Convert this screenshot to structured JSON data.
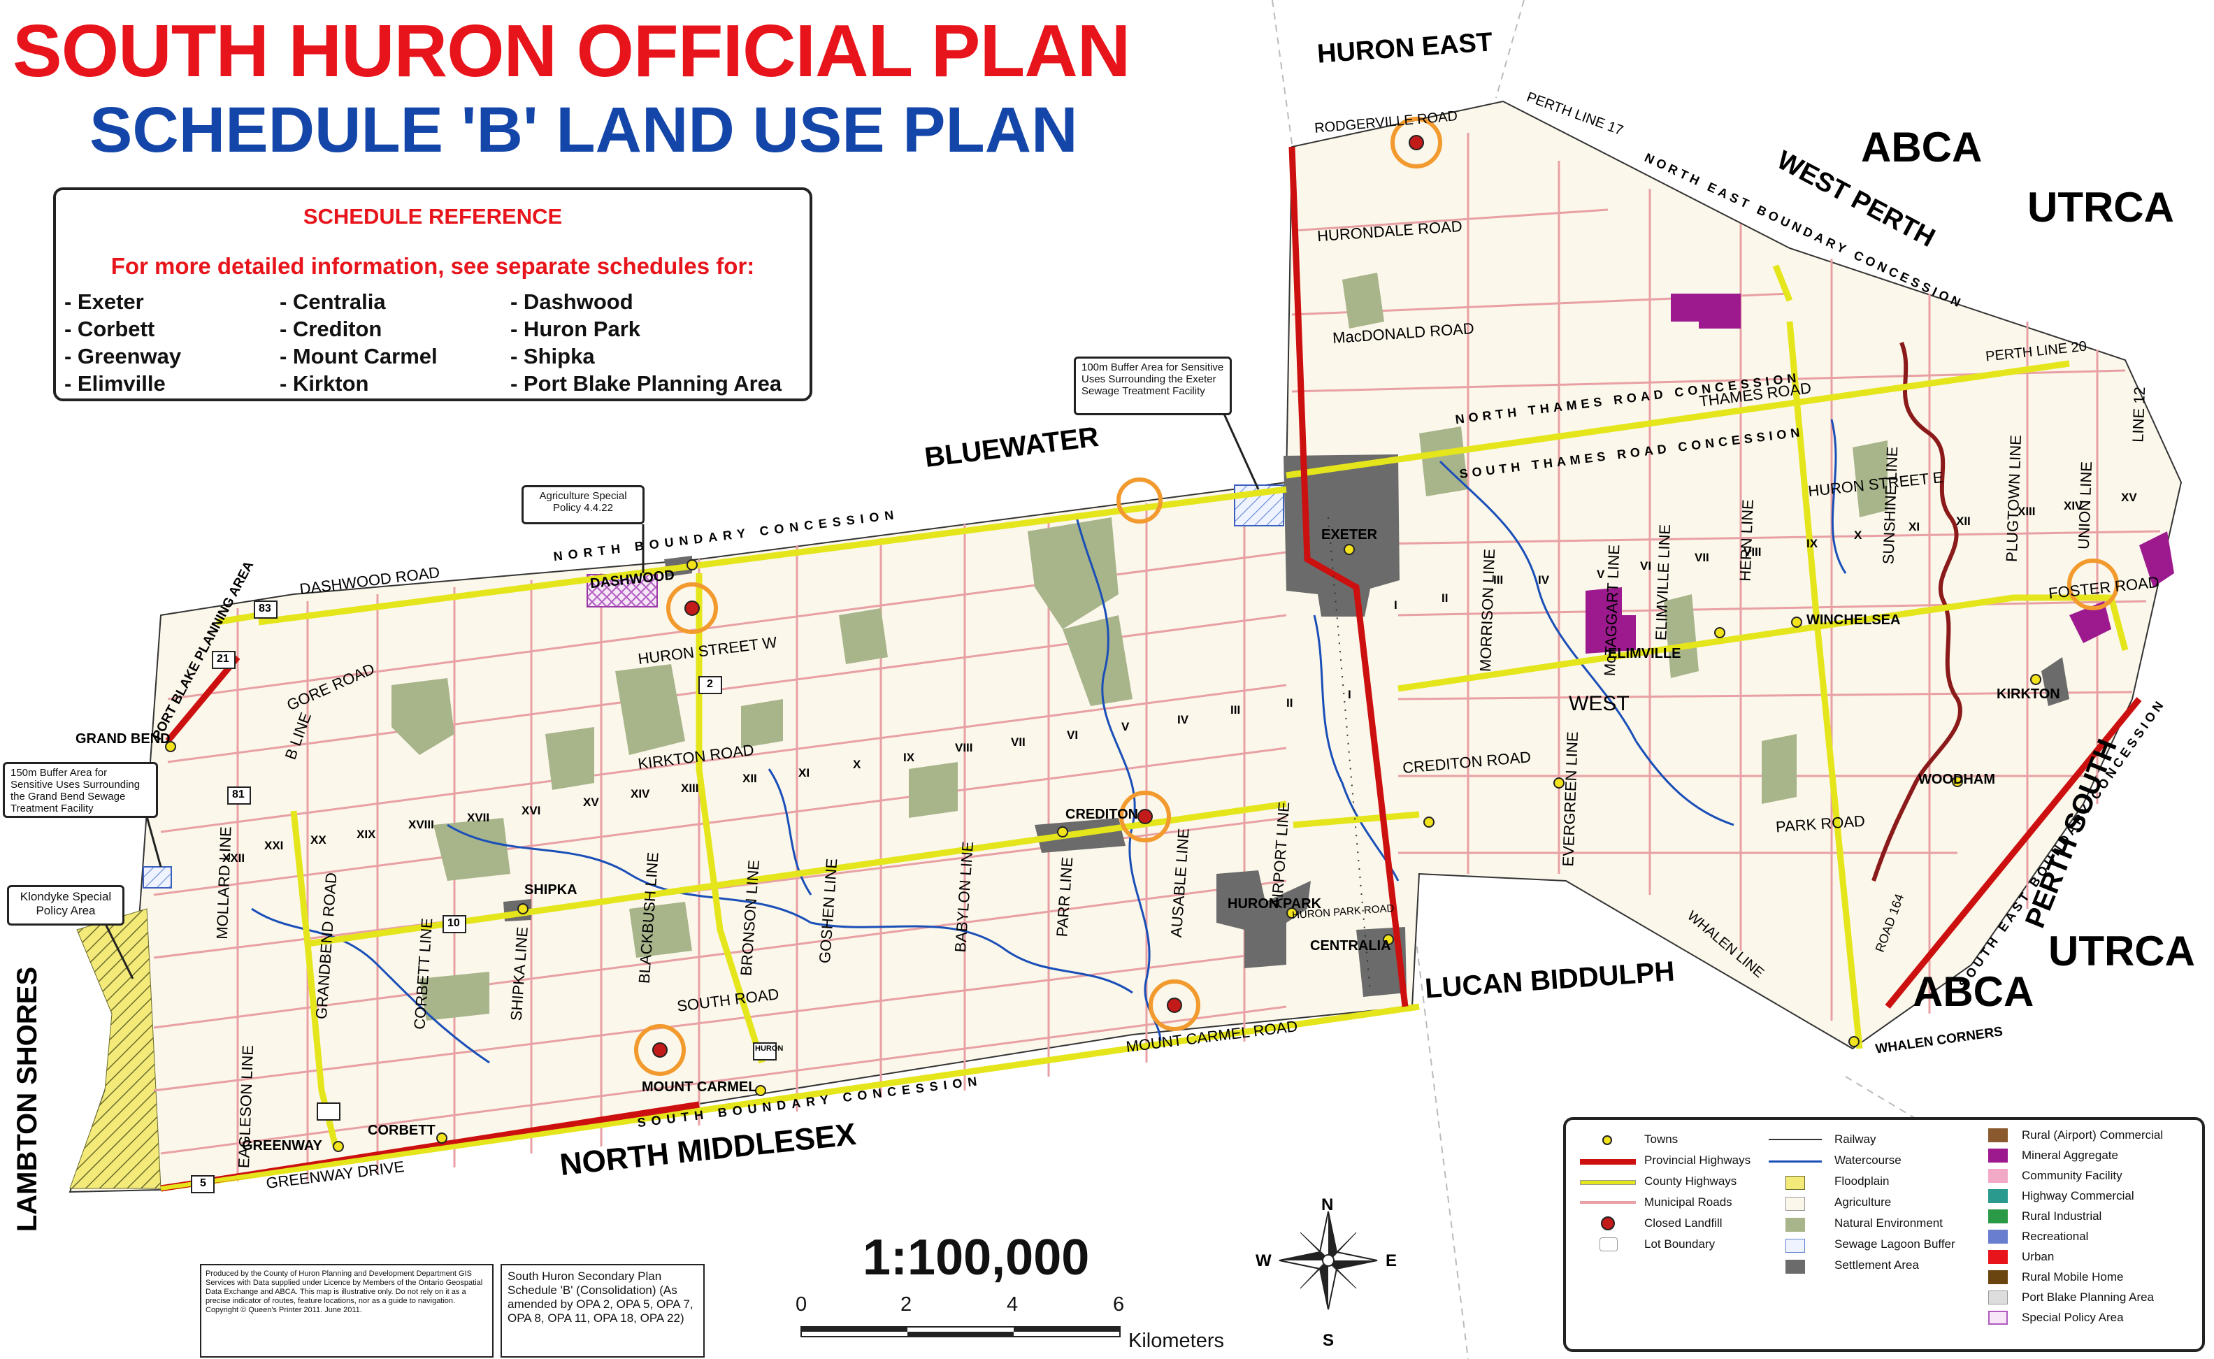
{
  "title": "SOUTH HURON OFFICIAL PLAN",
  "subtitle": "SCHEDULE 'B' LAND USE PLAN",
  "schedule_reference": {
    "heading": "SCHEDULE REFERENCE",
    "subheading": "For more detailed information, see separate schedules for:",
    "col1": [
      "- Exeter",
      "- Corbett",
      "- Greenway",
      "- Elimville"
    ],
    "col2": [
      "- Centralia",
      "- Crediton",
      "- Mount Carmel",
      "- Kirkton"
    ],
    "col3": [
      "- Dashwood",
      "- Huron Park",
      "- Shipka",
      "- Port Blake Planning Area"
    ]
  },
  "callouts": {
    "agriculture": "Agriculture Special Policy 4.4.22",
    "exeter_buffer": "100m Buffer Area for Sensitive Uses Surrounding the Exeter Sewage Treatment Facility",
    "grand_bend_buffer": "150m Buffer Area for Sensitive Uses Surrounding the Grand Bend Sewage Treatment Facility",
    "klondyke": "Klondyke Special Policy Area"
  },
  "neighbours": {
    "huron_east": "HURON EAST",
    "abca_top": "ABCA",
    "utrca_top": "UTRCA",
    "west_perth": "WEST PERTH",
    "bluewater": "BLUEWATER",
    "lambton_shores": "LAMBTON SHORES",
    "north_middlesex": "NORTH MIDDLESEX",
    "lucan_biddulph": "LUCAN BIDDULPH",
    "perth_south": "PERTH SOUTH",
    "utrca_bottom": "UTRCA",
    "abca_bottom": "ABCA"
  },
  "places": {
    "exeter": "EXETER",
    "dashwood": "DASHWOOD",
    "grand_bend": "GRAND BEND",
    "port_blake": "PORT BLAKE PLANNING AREA",
    "shipka": "SHIPKA",
    "crediton": "CREDITON",
    "huron_park": "HURON PARK",
    "centralia": "CENTRALIA",
    "mount_carmel": "MOUNT CARMEL",
    "greenway": "GREENWAY",
    "corbett": "CORBETT",
    "elimville": "ELIMVILLE",
    "winchelsea": "WINCHELSEA",
    "kirkton": "KIRKTON",
    "woodham": "WOODHAM",
    "whalen_corners": "WHALEN CORNERS",
    "west": "WEST"
  },
  "roads": {
    "dashwood_road": "DASHWOOD ROAD",
    "north_boundary": "NORTH BOUNDARY CONCESSION",
    "south_boundary": "SOUTH BOUNDARY CONCESSION",
    "huron_street_w": "HURON STREET W",
    "kirkton_road": "KIRKTON ROAD",
    "south_road": "SOUTH ROAD",
    "greenway_drive": "GREENWAY DRIVE",
    "mount_carmel_road": "MOUNT CARMEL ROAD",
    "crediton_road": "CREDITON ROAD",
    "rodgerville_road": "RODGERVILLE ROAD",
    "hurondale_road": "HURONDALE ROAD",
    "macdonald_road": "MacDONALD ROAD",
    "perth_line_17": "PERTH LINE 17",
    "perth_line_20": "PERTH LINE 20",
    "ne_boundary": "NORTH EAST BOUNDARY CONCESSION",
    "se_boundary": "SOUTH EAST BOUNDARY CONCESSION",
    "north_thames": "NORTH THAMES ROAD CONCESSION",
    "south_thames": "SOUTH THAMES ROAD CONCESSION",
    "thames_road": "THAMES ROAD",
    "huron_street_e": "HURON STREET E",
    "foster_road": "FOSTER ROAD",
    "park_road": "PARK ROAD",
    "whalen_line": "WHALEN LINE",
    "huron_park_road": "HURON PARK ROAD",
    "gore_road": "GORE ROAD",
    "b_line": "B LINE",
    "evergreen_line": "EVERGREEN LINE",
    "mctaggart_line": "McTAGGART LINE",
    "morrison_line": "MORRISON LINE",
    "elimville_line": "ELIMVILLE LINE",
    "hern_line": "HERN LINE",
    "sunshine_line": "SUNSHINE LINE",
    "plugtown_line": "PLUGTOWN LINE",
    "union_line": "UNION LINE",
    "line_12": "LINE 12",
    "mollard_line": "MOLLARD LINE",
    "grandbend_road": "GRANDBEND ROAD",
    "corbett_line": "CORBETT LINE",
    "shipka_line": "SHIPKA LINE",
    "blackbush_line": "BLACKBUSH LINE",
    "bronson_line": "BRONSON LINE",
    "goshen_line": "GOSHEN LINE",
    "babylon_line": "BABYLON LINE",
    "parr_line": "PARR LINE",
    "ausable_line": "AUSABLE LINE",
    "airport_line": "AIRPORT LINE",
    "eagleson_line": "EAGLESON LINE",
    "road_164": "ROAD 164"
  },
  "highway_shields": [
    "83",
    "21",
    "81",
    "10",
    "2",
    "5",
    "HURON"
  ],
  "concessions_west": [
    "XXII",
    "XXI",
    "XX",
    "XIX",
    "XVIII",
    "XVII",
    "XVI",
    "XV",
    "XIV",
    "XIII",
    "XII",
    "XI",
    "X",
    "IX",
    "VIII",
    "VII",
    "VI",
    "V",
    "IV",
    "III",
    "II",
    "I"
  ],
  "concessions_east": [
    "I",
    "II",
    "III",
    "IV",
    "V",
    "VI",
    "VII",
    "VIII",
    "IX",
    "X",
    "XI",
    "XII",
    "XIII",
    "XIV",
    "XV"
  ],
  "scale": {
    "ratio": "1:100,000",
    "ticks": [
      "0",
      "2",
      "4",
      "6"
    ],
    "unit": "Kilometers"
  },
  "credits": "Produced by the County of Huron Planning and Development Department GIS Services with Data supplied under Licence by Members of the Ontario Geospatial Data Exchange and ABCA. This map is illustrative only. Do not rely on it as a precise indicator of routes, feature locations, nor as a guide to navigation. Copyright © Queen's Printer 2011. June 2011.",
  "secondary_plan": "South Huron Secondary Plan Schedule 'B' (Consolidation) (As amended by OPA 2, OPA 5, OPA 7, OPA 8, OPA 11, OPA 18, OPA 22)",
  "compass": {
    "n": "N",
    "s": "S",
    "e": "E",
    "w": "W"
  },
  "legend": {
    "col1": [
      "Towns",
      "Provincial Highways",
      "County Highways",
      "Municipal Roads",
      "Closed Landfill",
      "Lot Boundary"
    ],
    "col2": [
      "Railway",
      "Watercourse",
      "Floodplain",
      "Agriculture",
      "Natural Environment",
      "Sewage Lagoon Buffer",
      "Settlement Area"
    ],
    "col3": [
      "Rural (Airport) Commercial",
      "Mineral Aggregate",
      "Community Facility",
      "Highway Commercial",
      "Rural Industrial",
      "Recreational",
      "Urban",
      "Rural Mobile Home",
      "Port Blake Planning Area",
      "Special Policy Area"
    ]
  },
  "colors": {
    "title": "#e8141b",
    "subtitle": "#1346a8",
    "land": "#fbf7ea",
    "provincial_highway": "#cc1010",
    "county_highway": "#e5e51c",
    "municipal_road": "#e8a0a4",
    "natural_environment": "#a8b48a",
    "watercourse": "#1a4fb8",
    "settlement": "#6b6b6b",
    "mineral_aggregate": "#9c1a8e",
    "landfill_buffer": "#f29a2e",
    "conservation_boundary": "#8b1a1a"
  }
}
